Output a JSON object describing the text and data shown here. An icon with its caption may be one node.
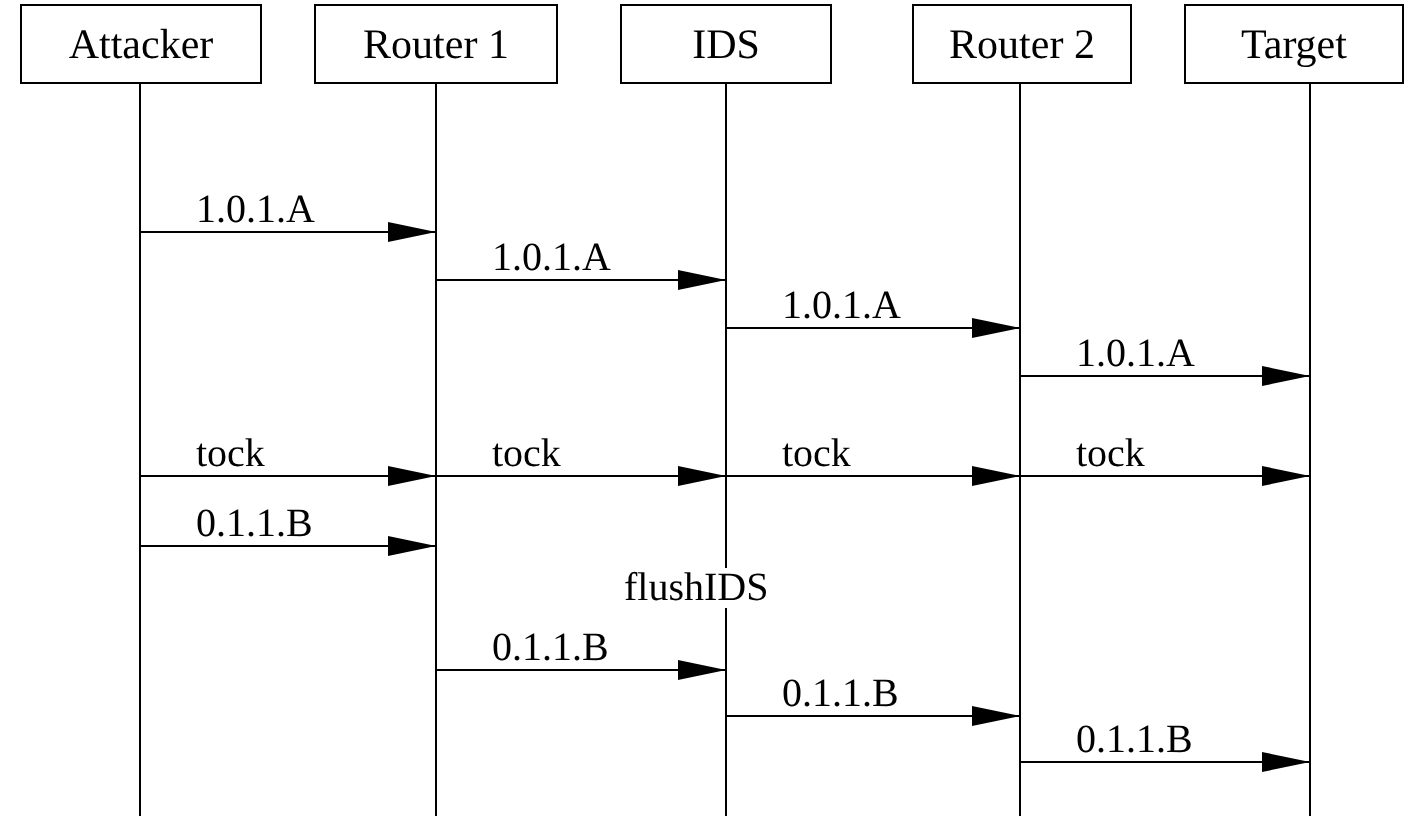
{
  "diagram": {
    "nodes": [
      {
        "text": [
          "Attacker"
        ]
      },
      {
        "text": [
          "Router 1"
        ]
      },
      {
        "text": [
          "IDS"
        ]
      },
      {
        "text": [
          "Router 2"
        ]
      },
      {
        "text": [
          "Target"
        ]
      }
    ],
    "edges": [
      {
        "from": 0,
        "to": 1,
        "arrow": "to",
        "label": "1.0.1.A"
      },
      {
        "from": 1,
        "to": 2,
        "arrow": "to",
        "label": "1.0.1.A"
      },
      {
        "from": 2,
        "to": 3,
        "arrow": "to",
        "label": "1.0.1.A"
      },
      {
        "from": 3,
        "to": 4,
        "arrow": "to",
        "label": "1.0.1.A"
      },
      {
        "from": 0,
        "to": 1,
        "arrow": "to",
        "label": "tock"
      },
      {
        "from": 1,
        "to": 2,
        "arrow": "to",
        "label": "tock"
      },
      {
        "from": 2,
        "to": 3,
        "arrow": "to",
        "label": "tock"
      },
      {
        "from": 3,
        "to": 4,
        "arrow": "to",
        "label": "tock"
      },
      {
        "from": 0,
        "to": 1,
        "arrow": "to",
        "label": "0.1.1.B"
      },
      {
        "from": 1,
        "to": 2,
        "arrow": "to",
        "label": "0.1.1.B"
      },
      {
        "from": 2,
        "to": 3,
        "arrow": "to",
        "label": "0.1.1.B"
      },
      {
        "from": 3,
        "to": 4,
        "arrow": "to",
        "label": "0.1.1.B"
      }
    ],
    "labels": [
      "flushIDS"
    ]
  }
}
